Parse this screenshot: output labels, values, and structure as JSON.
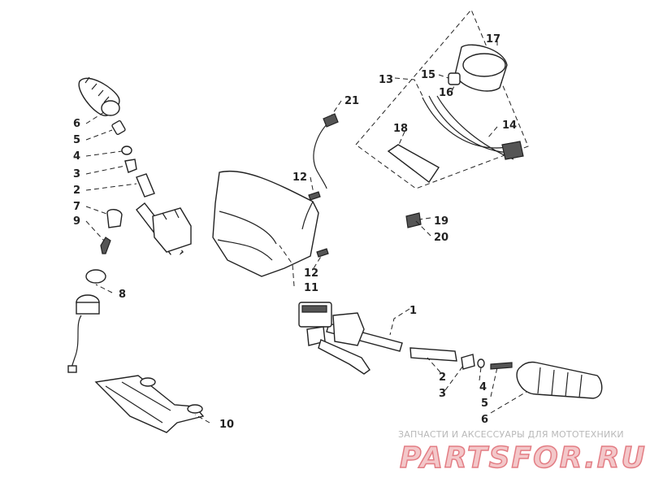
{
  "callouts": {
    "c1": "1",
    "c2l": "2",
    "c2r": "2",
    "c3l": "3",
    "c3r": "3",
    "c4l": "4",
    "c4r": "4",
    "c5l": "5",
    "c5r": "5",
    "c6l": "6",
    "c6r": "6",
    "c7": "7",
    "c8": "8",
    "c9": "9",
    "c10": "10",
    "c11": "11",
    "c12a": "12",
    "c12b": "12",
    "c13": "13",
    "c14": "14",
    "c15": "15",
    "c16": "16",
    "c17": "17",
    "c18": "18",
    "c19": "19",
    "c20": "20",
    "c21": "21"
  },
  "watermark": {
    "caption": "ЗАПЧАСТИ И АКСЕССУАРЫ ДЛЯ МОТОТЕХНИКИ",
    "logo": "PARTSFOR.RU"
  }
}
